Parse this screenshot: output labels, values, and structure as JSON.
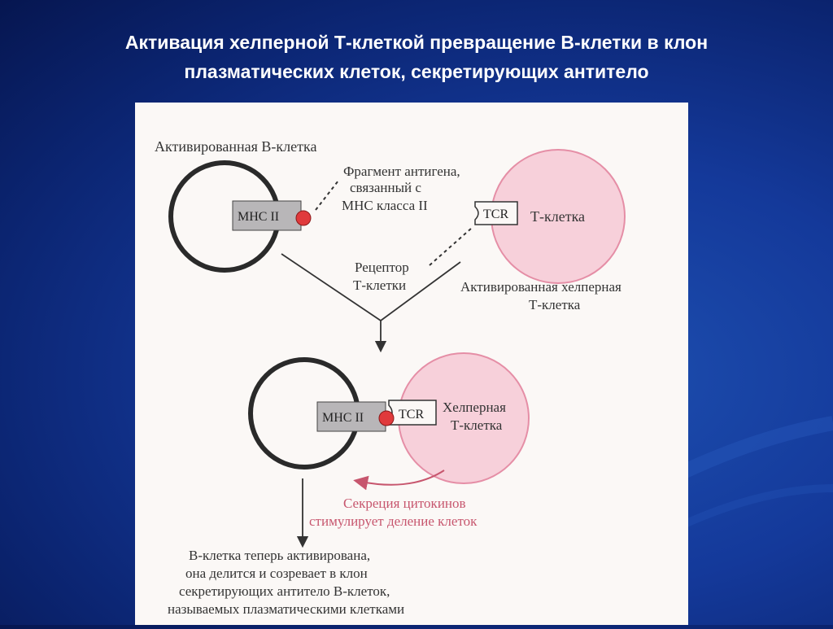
{
  "title": {
    "line1": "Активация хелперной  Т-клеткой превращение В-клетки в клон",
    "line2": "плазматических клеток, секретирующих антитело"
  },
  "diagram": {
    "activated_b_cell": "Активированная В-клетка",
    "antigen_fragment": [
      "Фрагмент антигена,",
      "связанный с",
      "МНС класса II"
    ],
    "mhc_label": "МНС II",
    "tcr_label": "TCR",
    "t_cell": "Т-клетка",
    "receptor": [
      "Рецептор",
      "Т-клетки"
    ],
    "activated_helper": [
      "Активированная хелперная",
      "Т-клетка"
    ],
    "helper": [
      "Хелперная",
      "Т-клетка"
    ],
    "cytokine": [
      "Секреция цитокинов",
      "стимулирует деление клеток"
    ],
    "result": [
      "В-клетка теперь активирована,",
      "она делится и созревает в клон",
      "секретирующих антитело В-клеток,",
      "называемых плазматическими клетками"
    ]
  },
  "colors": {
    "t_cell_fill": "#f7d0da",
    "t_cell_stroke": "#e58ea6",
    "mhc_fill": "#b8b6b8",
    "antigen": "#e03a3c",
    "cytokine_text": "#c7566e"
  }
}
